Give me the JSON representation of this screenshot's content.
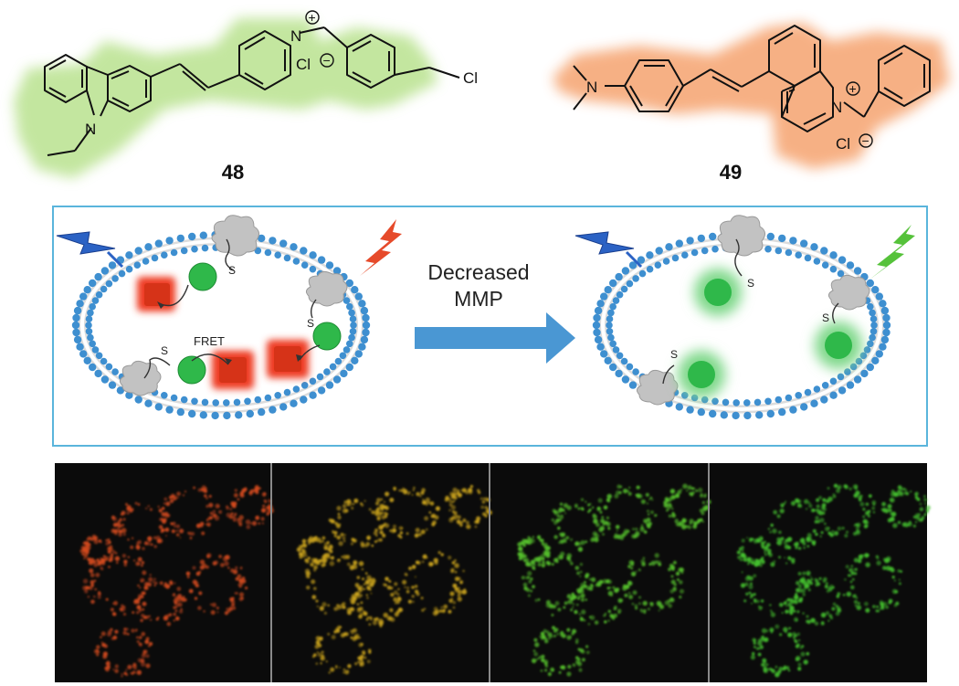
{
  "compounds": {
    "c48": {
      "label": "48",
      "atoms": {
        "n_cz": "N",
        "n_py": "N",
        "cl_counter": "Cl",
        "cl_sub": "Cl"
      },
      "charges": {
        "plus": "+",
        "minus": "−"
      },
      "glow_color": "#c7e8a4"
    },
    "c49": {
      "label": "49",
      "atoms": {
        "n_me": "N",
        "n_q": "N",
        "cl_counter": "Cl"
      },
      "charges": {
        "plus": "+",
        "minus": "−"
      },
      "glow_color": "#f8b98f"
    }
  },
  "scheme": {
    "arrow_label_line1": "Decreased",
    "arrow_label_line2": "MMP",
    "fret_label": "FRET",
    "s_label": "S",
    "colors": {
      "frame": "#5ab5dc",
      "lipid": "#3e8fd0",
      "arrow": "#4a97d3",
      "green_probe": "#2fb84a",
      "red_probe": "#e63b22",
      "protein": "#c2c2c2",
      "lightning_blue": "#2b62c4",
      "lightning_red": "#e64a2a",
      "lightning_green": "#55c23a"
    }
  },
  "micrographs": {
    "panels": [
      {
        "tint": "#d24a1e"
      },
      {
        "tint": "#c9a21c"
      },
      {
        "tint": "#55c02c"
      },
      {
        "tint": "#44c02e"
      }
    ]
  }
}
